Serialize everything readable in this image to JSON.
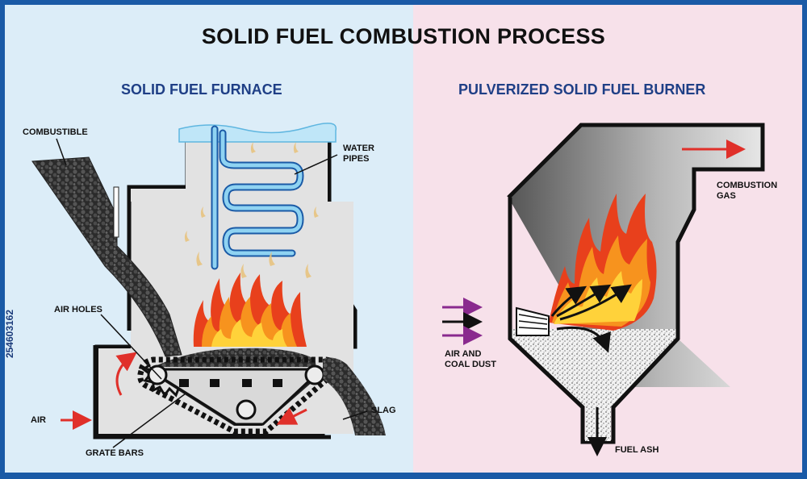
{
  "title": "SOLID FUEL COMBUSTION PROCESS",
  "left_panel": {
    "heading": "SOLID FUEL FURNACE",
    "labels": {
      "combustible": "COMBUSTIBLE",
      "water_pipes_1": "WATER",
      "water_pipes_2": "PIPES",
      "air_holes": "AIR HOLES",
      "air": "AIR",
      "grate_bars": "GRATE BARS",
      "slag": "SLAG"
    }
  },
  "right_panel": {
    "heading": "PULVERIZED SOLID FUEL BURNER",
    "labels": {
      "combustion_gas_1": "COMBUSTION",
      "combustion_gas_2": "GAS",
      "air_coal_dust_1": "AIR AND",
      "air_coal_dust_2": "COAL DUST",
      "fuel_ash": "FUEL ASH"
    }
  },
  "watermark": "254603162",
  "colors": {
    "left_bg": "#dcedf8",
    "right_bg": "#f7e1ea",
    "border": "#1a5aa6",
    "heading": "#1f3f86",
    "arrow_red": "#e0302a",
    "arrow_purple": "#8a2a8e",
    "pipe_blue": "#3a9fd8",
    "flame_orange": "#f36c21"
  }
}
